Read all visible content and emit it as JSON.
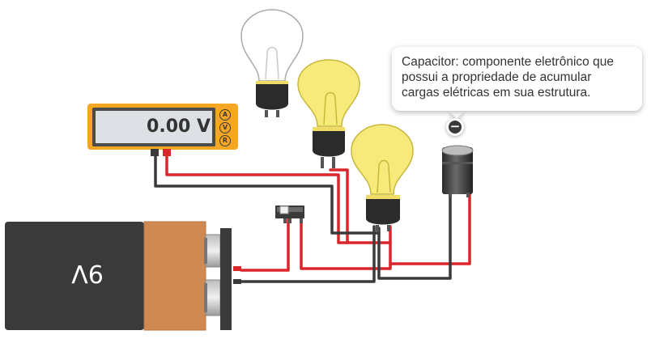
{
  "multimeter": {
    "reading": "0.00 V",
    "modes": [
      {
        "key": "A",
        "name": "ammeter"
      },
      {
        "key": "V",
        "name": "voltmeter"
      },
      {
        "key": "R",
        "name": "ohmmeter"
      }
    ]
  },
  "battery": {
    "label": "9V"
  },
  "bulbs": [
    {
      "name": "bulb-1",
      "state": "off"
    },
    {
      "name": "bulb-2",
      "state": "on"
    },
    {
      "name": "bulb-3",
      "state": "on"
    }
  ],
  "capacitor": {
    "tooltip": "Capacitor: componente eletrônico que possui a propriedade de acumular cargas elétricas em sua estrutura.",
    "polarity_symbol": "−"
  },
  "colors": {
    "wire_red": "#d9262b",
    "wire_black": "#3a3a3a",
    "bulb_on": "#f6ea7a",
    "bulb_off": "#ffffff",
    "meter_frame": "#f5a623",
    "battery_cap": "#cf8a52"
  }
}
